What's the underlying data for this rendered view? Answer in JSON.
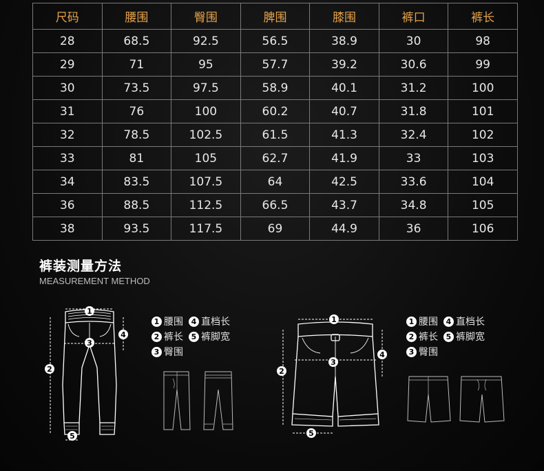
{
  "size_table": {
    "headers": [
      "尺码",
      "腰围",
      "臀围",
      "脾围",
      "膝围",
      "裤口",
      "裤长"
    ],
    "rows": [
      [
        "28",
        "68.5",
        "92.5",
        "56.5",
        "38.9",
        "30",
        "98"
      ],
      [
        "29",
        "71",
        "95",
        "57.7",
        "39.2",
        "30.6",
        "99"
      ],
      [
        "30",
        "73.5",
        "97.5",
        "58.9",
        "40.1",
        "31.2",
        "100"
      ],
      [
        "31",
        "76",
        "100",
        "60.2",
        "40.7",
        "31.8",
        "101"
      ],
      [
        "32",
        "78.5",
        "102.5",
        "61.5",
        "41.3",
        "32.4",
        "102"
      ],
      [
        "33",
        "81",
        "105",
        "62.7",
        "41.9",
        "33",
        "103"
      ],
      [
        "34",
        "83.5",
        "107.5",
        "64",
        "42.5",
        "33.6",
        "104"
      ],
      [
        "36",
        "88.5",
        "112.5",
        "66.5",
        "43.7",
        "34.8",
        "105"
      ],
      [
        "38",
        "93.5",
        "117.5",
        "69",
        "44.9",
        "36",
        "106"
      ]
    ]
  },
  "section": {
    "title": "裤装测量方法",
    "subtitle": "MEASUREMENT METHOD"
  },
  "markers": [
    "1",
    "2",
    "3",
    "4",
    "5"
  ],
  "legend_long": {
    "m1": "腰围",
    "m4": "直档长",
    "m2": "裤长",
    "m5": "裤脚宽",
    "m3": "臀围"
  },
  "legend_short": {
    "m1": "腰围",
    "m4": "直档长",
    "m2": "裤长",
    "m5": "裤脚宽",
    "m3": "臀围"
  },
  "icons": {
    "long_pants": "long-pants-outline-icon",
    "shorts": "shorts-outline-icon"
  },
  "colors": {
    "header_text": "#e5a24a",
    "background": "#0d0d0d"
  }
}
